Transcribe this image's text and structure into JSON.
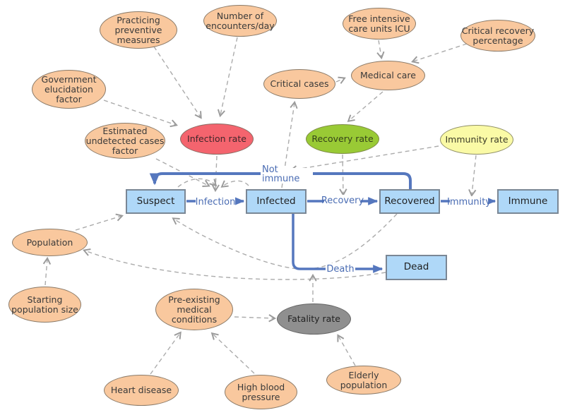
{
  "diagram": {
    "description": "Epidemic SIR stock-and-flow causal diagram"
  },
  "nodes": {
    "practicing": {
      "label": "Practicing\npreventive\nmeasures"
    },
    "encounters": {
      "label": "Number of\nencounters/day"
    },
    "government": {
      "label": "Government\nelucidation factor"
    },
    "estimated": {
      "label": "Estimated\nundetected cases\nfactor"
    },
    "infection_rate": {
      "label": "Infection rate"
    },
    "critical_cases": {
      "label": "Critical cases"
    },
    "free_icu": {
      "label": "Free intensive\ncare units ICU"
    },
    "critical_recovery": {
      "label": "Critical recovery\npercentage"
    },
    "medical_care": {
      "label": "Medical care"
    },
    "recovery_rate": {
      "label": "Recovery rate"
    },
    "immunity_rate": {
      "label": "Immunity rate"
    },
    "population": {
      "label": "Population"
    },
    "starting_population": {
      "label": "Starting\npopulation size"
    },
    "preexisting": {
      "label": "Pre-existing\nmedical conditions"
    },
    "fatality_rate": {
      "label": "Fatality rate"
    },
    "heart_disease": {
      "label": "Heart disease"
    },
    "high_blood": {
      "label": "High blood\npressure"
    },
    "elderly": {
      "label": "Elderly population"
    }
  },
  "stocks": {
    "suspect": {
      "label": "Suspect"
    },
    "infected": {
      "label": "Infected"
    },
    "recovered": {
      "label": "Recovered"
    },
    "immune": {
      "label": "Immune"
    },
    "dead": {
      "label": "Dead"
    }
  },
  "flow_labels": {
    "infection": "Infection",
    "recovery": "Recovery",
    "immunity": "Immunity",
    "death": "Death",
    "not_immune": "Not immune"
  },
  "colors": {
    "ellipse_peach": "#f9c89e",
    "ellipse_red": "#f4646e",
    "ellipse_green": "#99ca35",
    "ellipse_yellow": "#fafaa6",
    "ellipse_gray": "#8f8f8f",
    "stock_fill": "#afd8f8",
    "stock_border": "#7a8795",
    "flow_blue": "#5577be",
    "influence_gray": "#ababab"
  }
}
